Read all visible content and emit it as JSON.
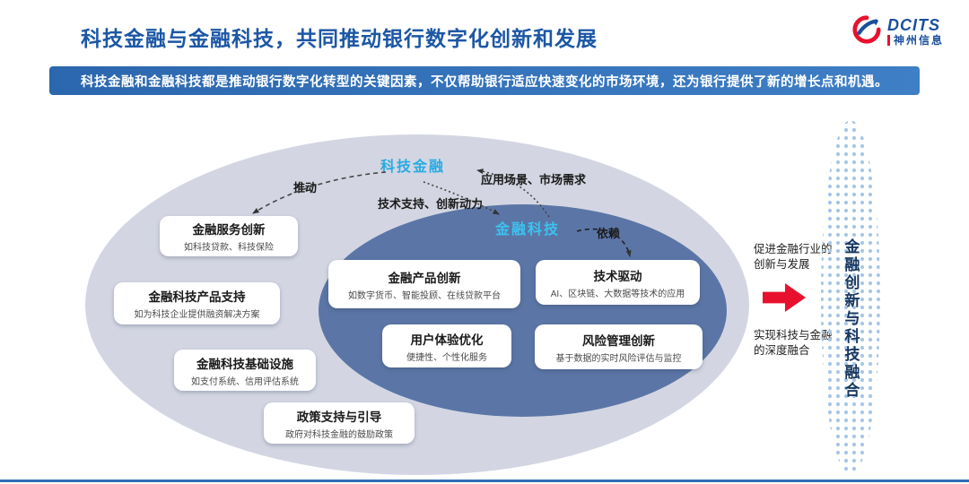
{
  "header": {
    "title": "科技金融与金融科技，共同推动银行数字化创新和发展",
    "logo_name": "DCITS",
    "logo_company": "神州信息"
  },
  "banner": {
    "text": "科技金融和金融科技都是推动银行数字化转型的关键因素，不仅帮助银行适应快速变化的市场环境，还为银行提供了新的增长点和机遇。"
  },
  "diagram": {
    "outer_label": "科技金融",
    "inner_label": "金融科技",
    "relations": {
      "push": "推动",
      "scenario": "应用场景、市场需求",
      "support": "技术支持、创新动力",
      "depend": "依赖"
    },
    "outer_boxes": [
      {
        "title": "金融服务创新",
        "desc": "如科技贷款、科技保险"
      },
      {
        "title": "金融科技产品支持",
        "desc": "如为科技企业提供融资解决方案"
      },
      {
        "title": "金融科技基础设施",
        "desc": "如支付系统、信用评估系统"
      },
      {
        "title": "政策支持与引导",
        "desc": "政府对科技金融的鼓励政策"
      }
    ],
    "inner_boxes": [
      {
        "title": "金融产品创新",
        "desc": "如数字货币、智能投顾、在线贷款平台"
      },
      {
        "title": "技术驱动",
        "desc": "AI、区块链、大数据等技术的应用"
      },
      {
        "title": "用户体验优化",
        "desc": "便捷性、个性化服务"
      },
      {
        "title": "风险管理创新",
        "desc": "基于数据的实时风险评估与监控"
      }
    ]
  },
  "right_panel": {
    "top_text": "促进金融行业的创新与发展",
    "bottom_text": "实现科技与金融的深度融合",
    "vertical_text": "金融创新与科技融合"
  },
  "colors": {
    "title_blue": "#1c57a5",
    "banner_blue": "#2f6eb5",
    "outer_ellipse": "#d3d6e2",
    "inner_ellipse": "#5b76a6",
    "accent_cyan": "#29abe2",
    "arrow_red": "#e8112d",
    "navy": "#17375e"
  }
}
